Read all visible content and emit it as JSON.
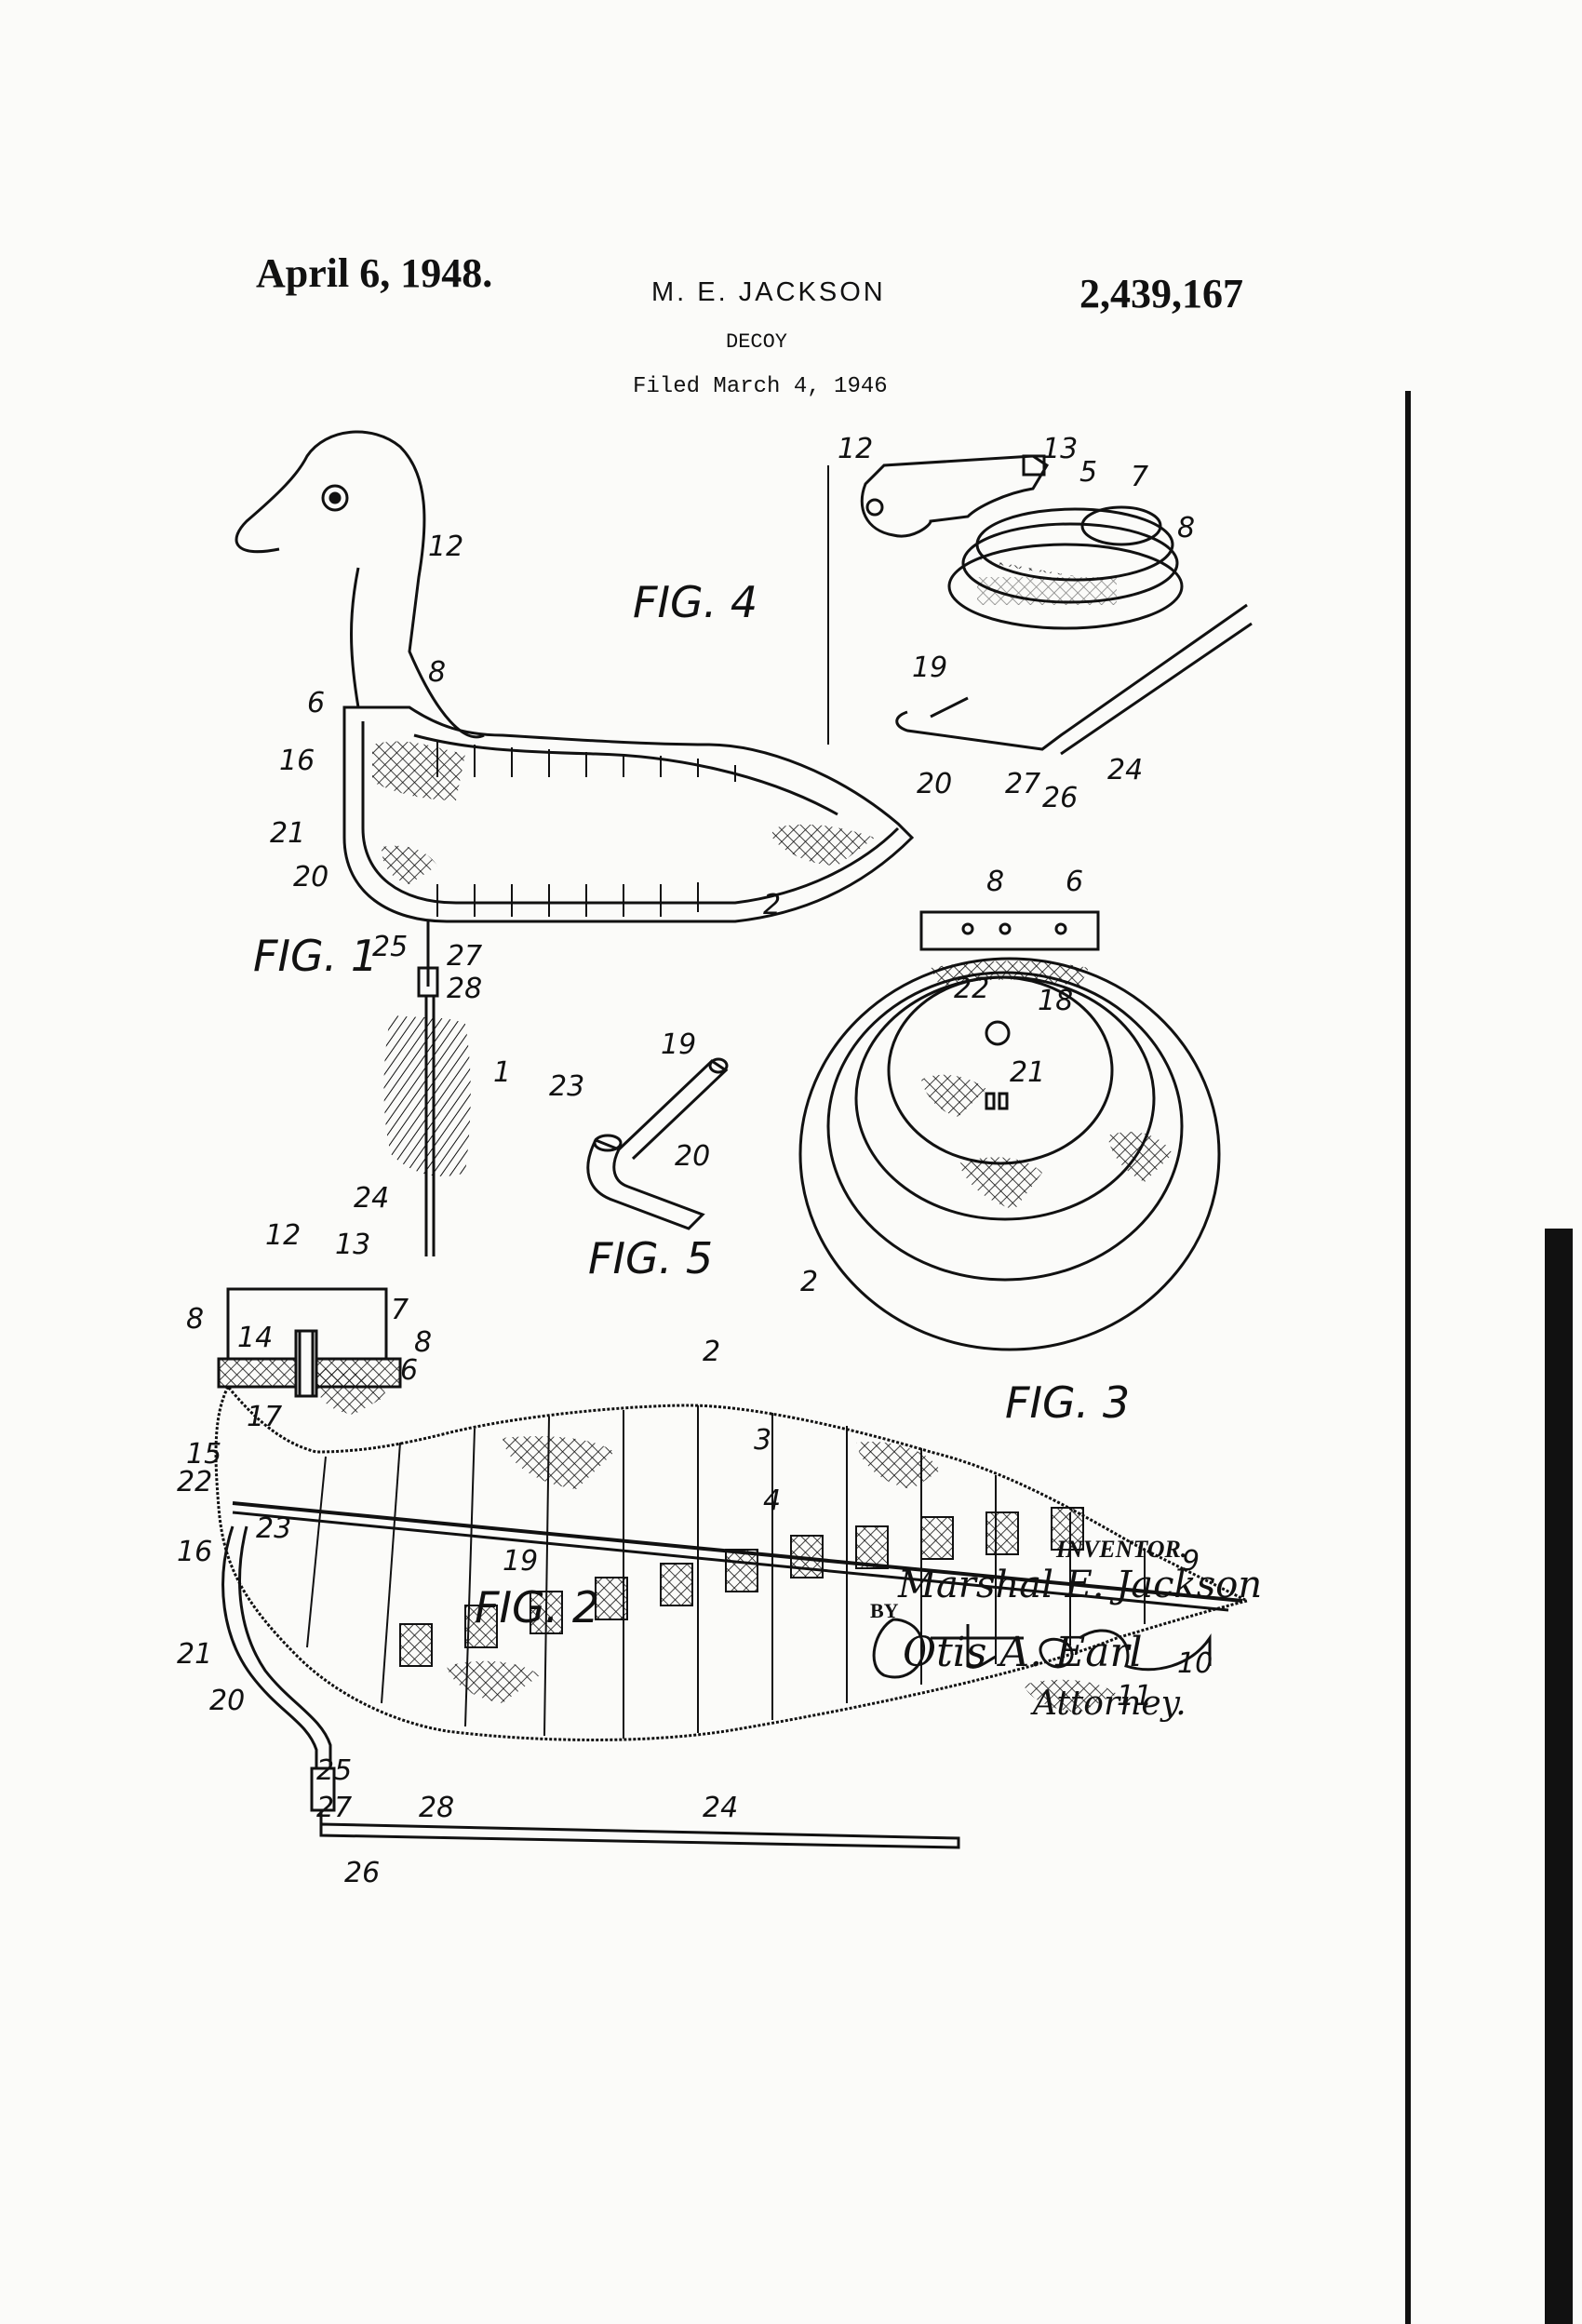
{
  "header": {
    "date": "April 6, 1948.",
    "inventor": "M. E. JACKSON",
    "patent_number": "2,439,167",
    "title": "DECOY",
    "filed": "Filed March 4, 1946"
  },
  "figures": {
    "fig1": "FIG. 1",
    "fig2": "FIG. 2",
    "fig3": "FIG. 3",
    "fig4": "FIG. 4",
    "fig5": "FIG. 5"
  },
  "refs": {
    "fig1": [
      "12",
      "6",
      "8",
      "16",
      "21",
      "20",
      "2",
      "25",
      "27",
      "28",
      "1",
      "24"
    ],
    "fig4": [
      "12",
      "13",
      "5",
      "7",
      "8",
      "19",
      "20",
      "27",
      "26",
      "24"
    ],
    "fig5": [
      "19",
      "23",
      "20"
    ],
    "fig3": [
      "8",
      "6",
      "22",
      "18",
      "21",
      "2"
    ],
    "fig2": [
      "12",
      "13",
      "8",
      "14",
      "7",
      "8",
      "6",
      "2",
      "3",
      "4",
      "17",
      "15",
      "22",
      "23",
      "16",
      "19",
      "21",
      "20",
      "9",
      "10",
      "11",
      "25",
      "27",
      "28",
      "24",
      "26"
    ]
  },
  "signature": {
    "inventor_label": "INVENTOR.",
    "inventor_name": "Marshal E. Jackson",
    "by": "BY",
    "attorney_name": "Otis A. Earl",
    "attorney_label": "Attorney."
  }
}
